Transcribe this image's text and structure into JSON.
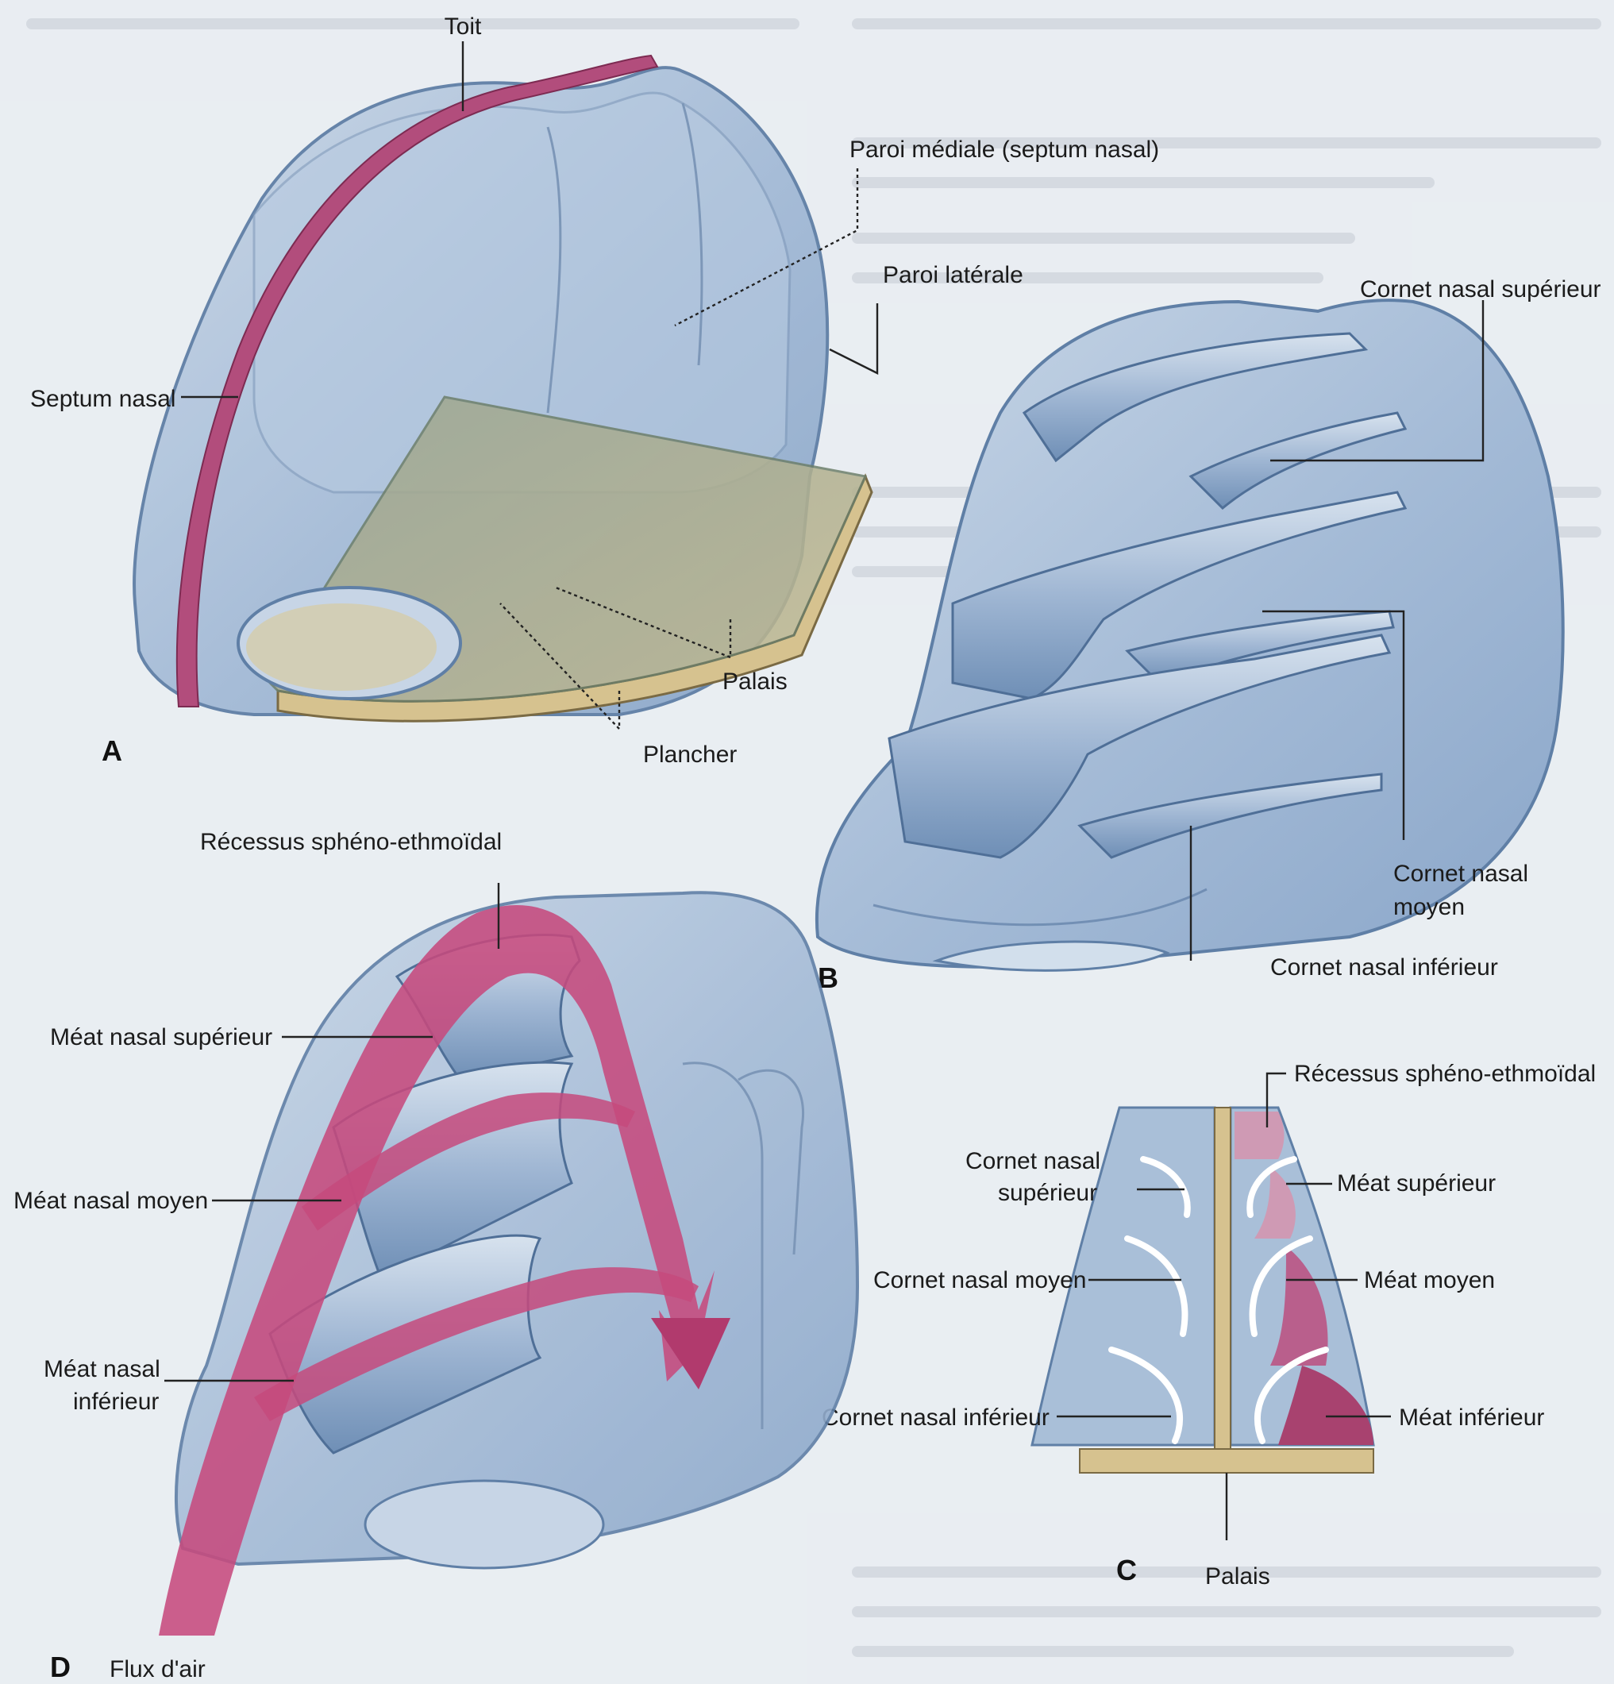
{
  "colors": {
    "background": "#e9edf2",
    "tissue_fill": "#a9bfd8",
    "tissue_outline": "#5f7fa6",
    "septum": "#b24d7c",
    "palate": "#d6c28f",
    "airflow": "#c64a7d",
    "meatus_light": "#cf9ab4",
    "meatus_dark": "#a8426f"
  },
  "panels": {
    "A": {
      "letter": "A",
      "labels": {
        "toit": "Toit",
        "paroi_mediale": "Paroi médiale (septum nasal)",
        "paroi_laterale": "Paroi latérale",
        "septum_nasal": "Septum nasal",
        "palais": "Palais",
        "plancher": "Plancher"
      }
    },
    "B": {
      "letter": "B",
      "labels": {
        "cornet_superieur": "Cornet nasal supérieur",
        "cornet_moyen_1": "Cornet nasal",
        "cornet_moyen_2": "moyen",
        "cornet_inferieur": "Cornet nasal inférieur"
      }
    },
    "C": {
      "letter": "C",
      "labels": {
        "recessus": "Récessus sphéno-ethmoïdal",
        "cornet_sup_1": "Cornet nasal",
        "cornet_sup_2": "supérieur",
        "meat_superieur": "Méat supérieur",
        "cornet_moyen": "Cornet nasal moyen",
        "meat_moyen": "Méat moyen",
        "cornet_inferieur": "Cornet nasal inférieur",
        "meat_inferieur": "Méat inférieur",
        "palais": "Palais"
      }
    },
    "D": {
      "letter": "D",
      "labels": {
        "recessus": "Récessus sphéno-ethmoïdal",
        "meat_superieur": "Méat nasal supérieur",
        "meat_moyen": "Méat nasal moyen",
        "meat_inferieur_1": "Méat nasal",
        "meat_inferieur_2": "inférieur",
        "flux": "Flux d'air"
      }
    }
  }
}
